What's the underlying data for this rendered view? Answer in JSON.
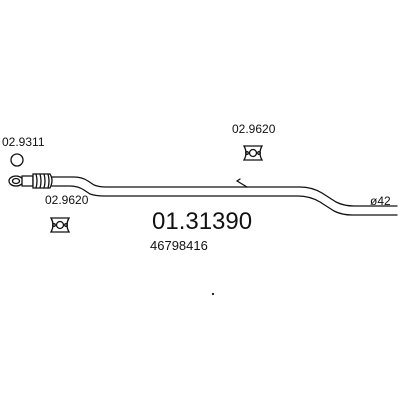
{
  "diagram": {
    "part_number": "01.31390",
    "oem_number": "46798416",
    "pipe_diameter_label": "ø42",
    "callouts": {
      "ring_gasket": "02.9311",
      "flange_gasket_top": "02.9620",
      "flange_gasket_left": "02.9620"
    }
  }
}
